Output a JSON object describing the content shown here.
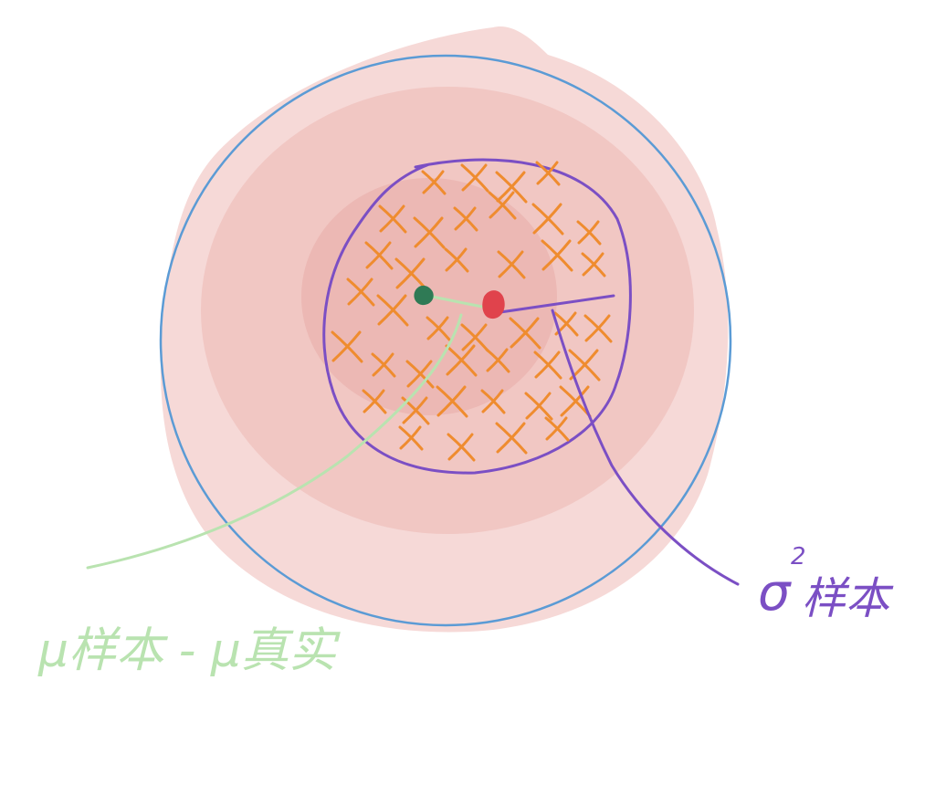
{
  "labels": {
    "bias_label": "μ样本 - μ真实",
    "variance_label_symbol": "σ",
    "variance_label_superscript": "2",
    "variance_label_text": "样本"
  },
  "marks": {
    "sample_point_char": "X",
    "sample_point_count": 40
  },
  "colors": {
    "background": "#ffffff",
    "blob_outer": "#f6d9d7",
    "blob_mid": "#f0c3c0",
    "blob_inner": "#eab2ae",
    "population_circle": "#5b9bd5",
    "sample_circle": "#7b4fc4",
    "sample_points": "#ef8c2f",
    "sample_mean": "#e0434c",
    "population_mean": "#2f7a55",
    "bias_line": "#b9e3b0",
    "variance_line": "#7b4fc4"
  },
  "icons": {
    "sample_mean_marker": "red-dot-icon",
    "population_mean_marker": "green-dot-icon"
  }
}
